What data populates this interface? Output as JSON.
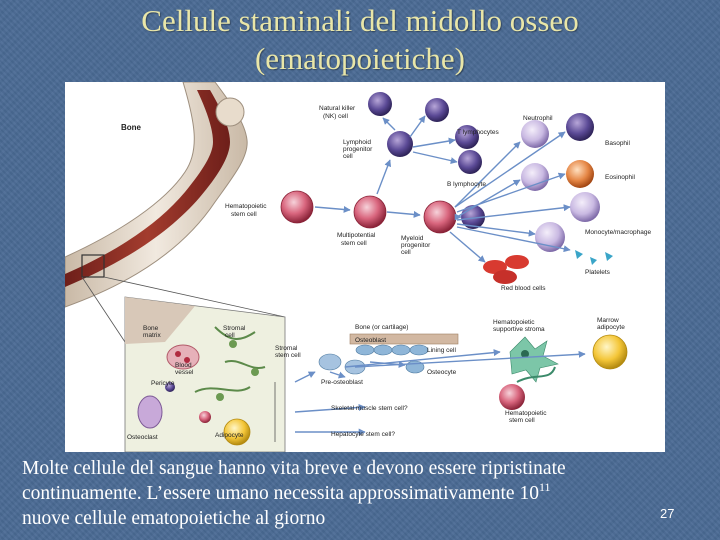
{
  "slide": {
    "title_line1": "Cellule staminali del midollo osseo",
    "title_line2": "(ematopoietiche)",
    "caption_line1": "Molte cellule del sangue hanno vita breve e devono essere ripristinate",
    "caption_line2_pre": "continuamente. L’essere umano necessita approssimativamente  10",
    "caption_exp": "11",
    "caption_line3": "nuove cellule ematopoietiche al giorno",
    "page_number": "27"
  },
  "figure": {
    "labels": {
      "bone": "Bone",
      "nk1": "Natural killer",
      "nk2": "(NK) cell",
      "lymphoid1": "Lymphoid",
      "lymphoid2": "progenitor",
      "lymphoid3": "cell",
      "t_lymph": "T lymphocytes",
      "b_lymph": "B lymphocyte",
      "neutrophil": "Neutrophil",
      "basophil": "Basophil",
      "eosinophil": "Eosinophil",
      "hsc1": "Hematopoietic",
      "hsc2": "stem cell",
      "multipotent1": "Multipotential",
      "multipotent2": "stem cell",
      "myeloid1": "Myeloid",
      "myeloid2": "progenitor",
      "myeloid3": "cell",
      "monocyte": "Monocyte/macrophage",
      "platelets": "Platelets",
      "rbc": "Red blood cells",
      "bone_matrix1": "Bone",
      "bone_matrix2": "matrix",
      "stromal1": "Stromal",
      "stromal2": "cell",
      "blood_vessel1": "Blood",
      "blood_vessel2": "vessel",
      "pericyte": "Pericyte",
      "osteoclast": "Osteoclast",
      "adipocyte": "Adipocyte",
      "bone_cartilage": "Bone (or cartilage)",
      "osteoblast": "Osteoblast",
      "stromal_sc1": "Stromal",
      "stromal_sc2": "stem cell",
      "pre_osteoblast": "Pre-osteoblast",
      "lining_cell": "Lining cell",
      "osteocyte": "Osteocyte",
      "hema_stroma1": "Hematopoietic",
      "hema_stroma2": "supportive stroma",
      "marrow_adip1": "Marrow",
      "marrow_adip2": "adipocyte",
      "hsc_b1": "Hematopoietic",
      "hsc_b2": "stem cell",
      "skeletal_muscle": "Skeletal muscle stem cell?",
      "hepatocyte": "Hepatocyte stem cell?"
    }
  }
}
